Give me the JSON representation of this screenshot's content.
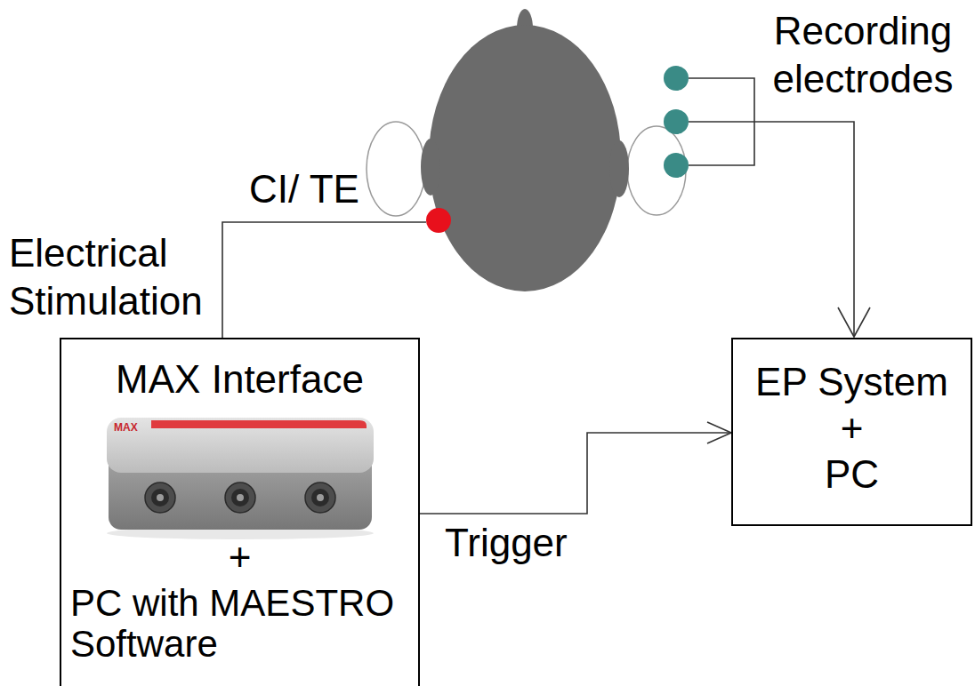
{
  "diagram": {
    "nodes": [
      {
        "text": [
          "MAX Interface",
          "+",
          "PC with MAESTRO Software"
        ]
      },
      {
        "text": [
          "EP System",
          "+",
          "PC"
        ]
      }
    ],
    "edges": [
      {
        "from": 0,
        "to": 1,
        "arrow": "to",
        "label": "Trigger"
      }
    ],
    "labels": [
      "Recording electrodes",
      "CI/ TE",
      "Electrical Stimulation",
      "MAX"
    ]
  }
}
